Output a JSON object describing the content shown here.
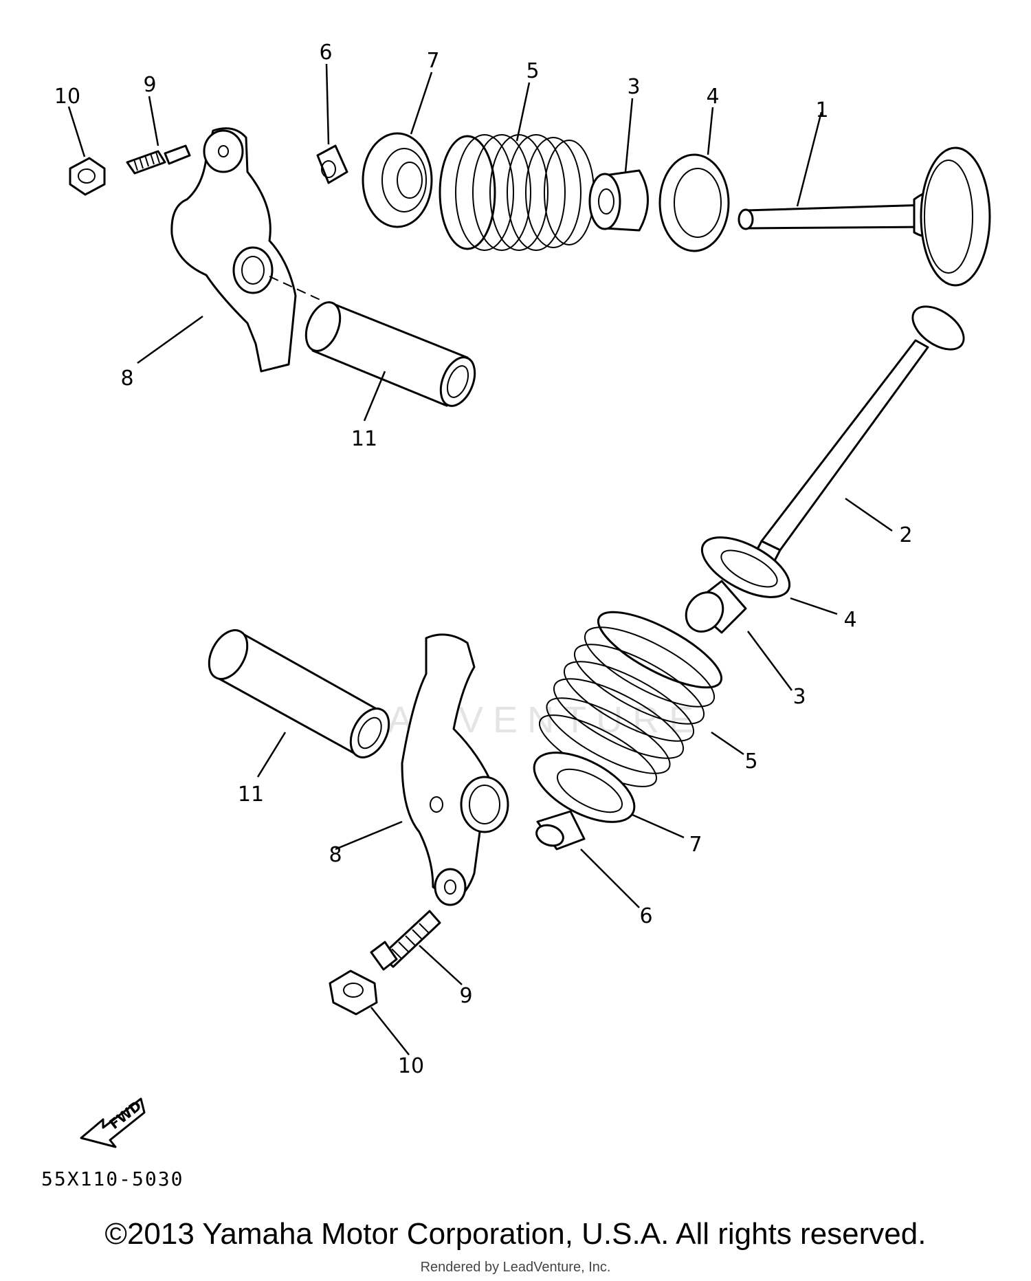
{
  "diagram": {
    "part_labels": {
      "upper": [
        "10",
        "9",
        "6",
        "7",
        "5",
        "3",
        "4",
        "1",
        "8",
        "11"
      ],
      "lower": [
        "2",
        "4",
        "3",
        "5",
        "7",
        "6",
        "11",
        "8",
        "9",
        "10"
      ]
    },
    "fwd_label": "FWD",
    "drawing_code": "55X110-5030"
  },
  "watermark": "LEADVENTURE",
  "footer": {
    "copyright": "©2013 Yamaha Motor Corporation, U.S.A. All rights reserved.",
    "rendered_by": "Rendered by LeadVenture, Inc."
  }
}
